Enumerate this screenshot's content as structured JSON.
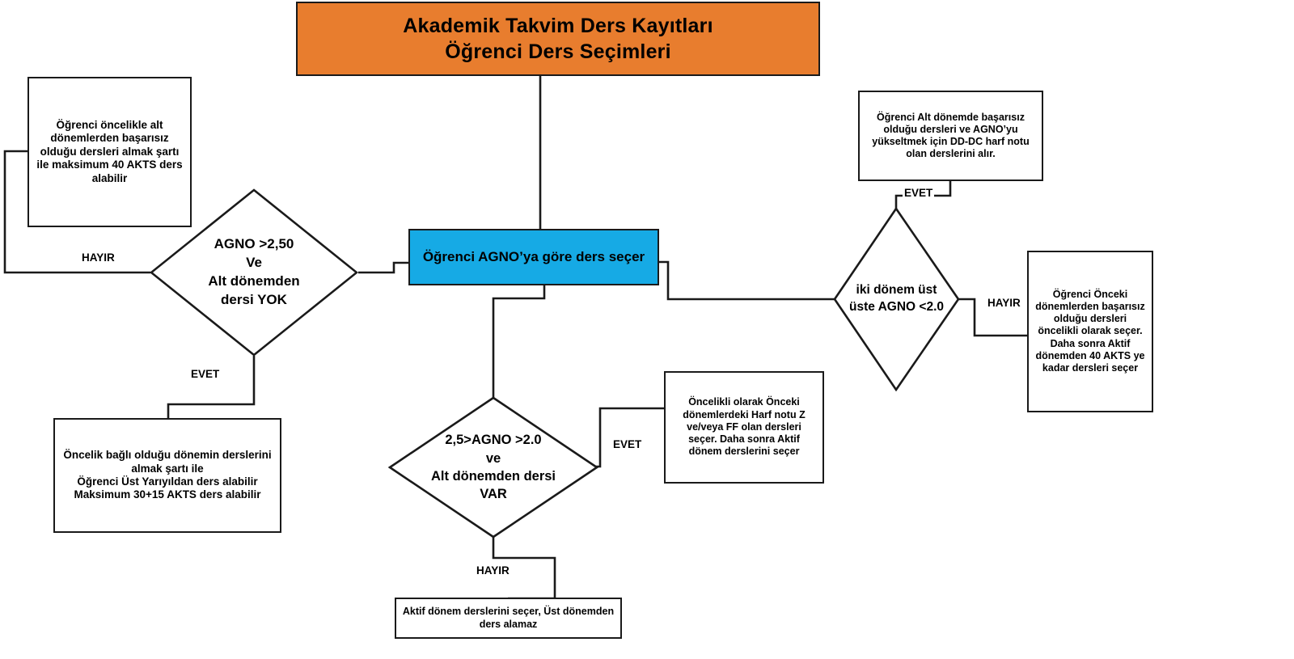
{
  "diagram": {
    "title_node": {
      "id": "title",
      "text": "Akademik Takvim Ders Kayıtları\nÖğrenci Ders Seçimleri",
      "fill": "#E87D2E"
    },
    "start_node": {
      "id": "agno-secim",
      "text": "Öğrenci AGNO’ya göre ders seçer",
      "fill": "#16AAE5"
    },
    "decisions": [
      {
        "id": "decision-agno-250",
        "text": "AGNO >2,50\nVe\nAlt dönemden\ndersi YOK"
      },
      {
        "id": "decision-agno-25-20",
        "text": "2,5>AGNO >2.0\nve\nAlt dönemden dersi\nVAR"
      },
      {
        "id": "decision-iki-donem",
        "text": "iki dönem üst\nüste AGNO <2.0"
      }
    ],
    "notes": [
      {
        "id": "note-max-40-akts",
        "text": "Öğrenci öncelikle alt dönemlerden başarısız olduğu dersleri almak şartı ile maksimum 40 AKTS ders alabilir"
      },
      {
        "id": "note-ust-yariyil",
        "text": "Öncelik bağlı olduğu dönemin derslerini almak şartı ile\nÖğrenci Üst Yarıyıldan ders alabilir\nMaksimum 30+15 AKTS ders alabilir"
      },
      {
        "id": "note-dd-dc",
        "text": "Öğrenci Alt dönemde başarısız olduğu dersleri ve AGNO’yu yükseltmek için DD-DC harf notu olan derslerini alır."
      },
      {
        "id": "note-onceki-donem-40akts",
        "text": "Öğrenci Önceki dönemlerden başarısız olduğu dersleri öncelikli olarak seçer. Daha sonra Aktif dönemden 40 AKTS ye kadar dersleri seçer"
      },
      {
        "id": "note-z-ff",
        "text": "Öncelikli olarak Önceki dönemlerdeki Harf notu Z ve/veya FF olan dersleri seçer. Daha sonra Aktif dönem derslerini seçer"
      },
      {
        "id": "note-aktif-donem",
        "text": "Aktif dönem derslerini seçer, Üst dönemden ders alamaz"
      }
    ],
    "edge_labels": [
      {
        "id": "edge-hayir-sol",
        "text": "HAYIR"
      },
      {
        "id": "edge-evet-sol",
        "text": "EVET"
      },
      {
        "id": "edge-evet-ust-sag",
        "text": "EVET"
      },
      {
        "id": "edge-hayir-sag",
        "text": "HAYIR"
      },
      {
        "id": "edge-evet-orta",
        "text": "EVET"
      },
      {
        "id": "edge-hayir-alt",
        "text": "HAYIR"
      }
    ],
    "colors": {
      "title_fill": "#E87D2E",
      "start_fill": "#16AAE5",
      "stroke": "#1a1a1a",
      "background": "#ffffff",
      "text": "#000000"
    }
  }
}
